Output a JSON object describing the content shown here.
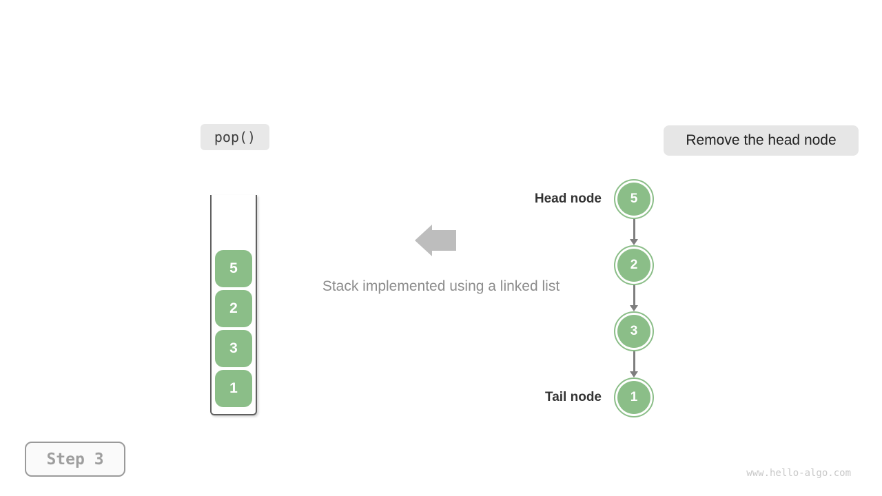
{
  "header": {
    "operation_label": "pop()",
    "description_label": "Remove the head node"
  },
  "stack": {
    "values": [
      "5",
      "2",
      "3",
      "1"
    ]
  },
  "caption": {
    "text": "Stack implemented using a linked list"
  },
  "linked_list": {
    "head_label": "Head node",
    "tail_label": "Tail node",
    "nodes": [
      "5",
      "2",
      "3",
      "1"
    ]
  },
  "footer": {
    "step_label": "Step 3",
    "watermark": "www.hello-algo.com"
  },
  "colors": {
    "node_green": "#8bbe88",
    "label_bg": "#e7e7e7",
    "block_arrow_gray": "#bdbdbd",
    "connector_gray": "#7e7e7e",
    "caption_gray": "#8c8c8c",
    "step_gray": "#9e9e9e"
  }
}
